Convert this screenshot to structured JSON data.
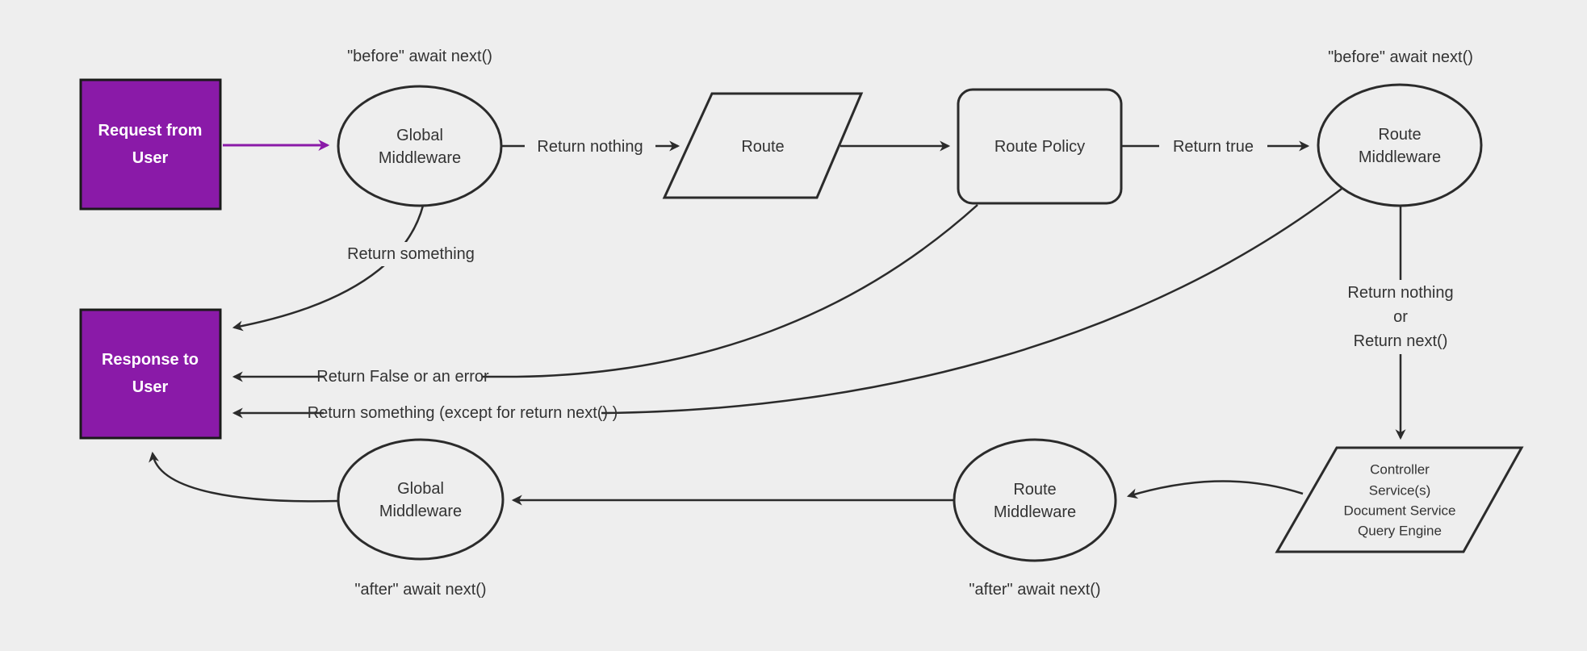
{
  "diagram": {
    "background_color": "#eeeeee",
    "line_color": "#2b2b2b",
    "text_color": "#333333",
    "accent_purple": "#8a1aa8",
    "nodes": {
      "request": {
        "line1": "Request from",
        "line2": "User"
      },
      "response": {
        "line1": "Response to",
        "line2": "User"
      },
      "global_mw_top": {
        "line1": "Global",
        "line2": "Middleware"
      },
      "route": {
        "label": "Route"
      },
      "route_policy": {
        "label": "Route Policy"
      },
      "route_mw_top": {
        "line1": "Route",
        "line2": "Middleware"
      },
      "controller": {
        "line1": "Controller",
        "line2": "Service(s)",
        "line3": "Document Service",
        "line4": "Query Engine"
      },
      "route_mw_bottom": {
        "line1": "Route",
        "line2": "Middleware"
      },
      "global_mw_bottom": {
        "line1": "Global",
        "line2": "Middleware"
      }
    },
    "edge_labels": {
      "before_left": "\"before\" await next()",
      "before_right": "\"before\" await next()",
      "return_nothing": "Return nothing",
      "return_true": "Return true",
      "return_something": "Return something",
      "return_false": "Return False or an error",
      "return_something_except": "Return something (except for return next() )",
      "return_nothing_or_line1": "Return nothing",
      "return_nothing_or_line2": "or",
      "return_nothing_or_line3": "Return next()",
      "after_left": "\"after\" await next()",
      "after_middle": "\"after\" await next()"
    }
  }
}
